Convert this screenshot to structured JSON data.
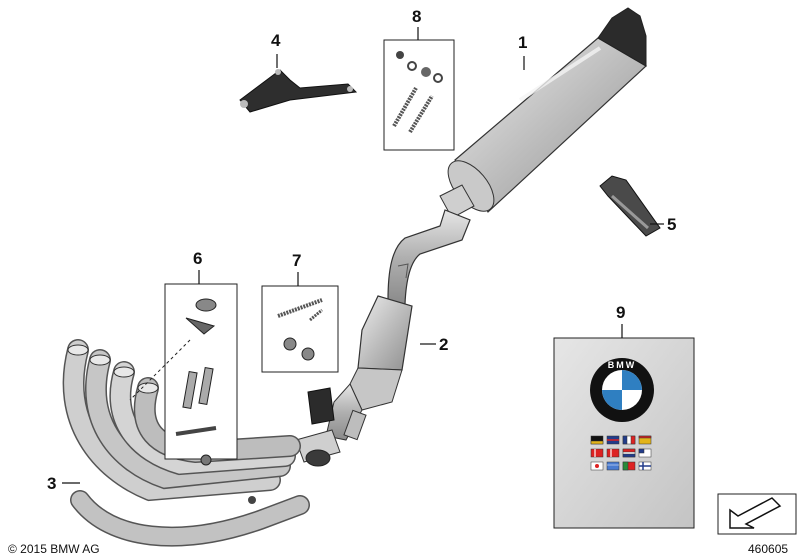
{
  "diagram": {
    "callouts": [
      {
        "id": "1",
        "label": "1"
      },
      {
        "id": "2",
        "label": "2"
      },
      {
        "id": "3",
        "label": "3"
      },
      {
        "id": "4",
        "label": "4"
      },
      {
        "id": "5",
        "label": "5"
      },
      {
        "id": "6",
        "label": "6"
      },
      {
        "id": "7",
        "label": "7"
      },
      {
        "id": "8",
        "label": "8"
      },
      {
        "id": "9",
        "label": "9"
      }
    ],
    "brand_logo_text": "BMW",
    "copyright": "© 2015 BMW AG",
    "image_number": "460605"
  },
  "colors": {
    "metal_light": "#d9d9d9",
    "metal_mid": "#b3b3b3",
    "metal_dark": "#7a7a7a",
    "black_part": "#2a2a2a",
    "manual_bg": "#d6d6d6",
    "bmw_blue": "#2f7fc1"
  }
}
